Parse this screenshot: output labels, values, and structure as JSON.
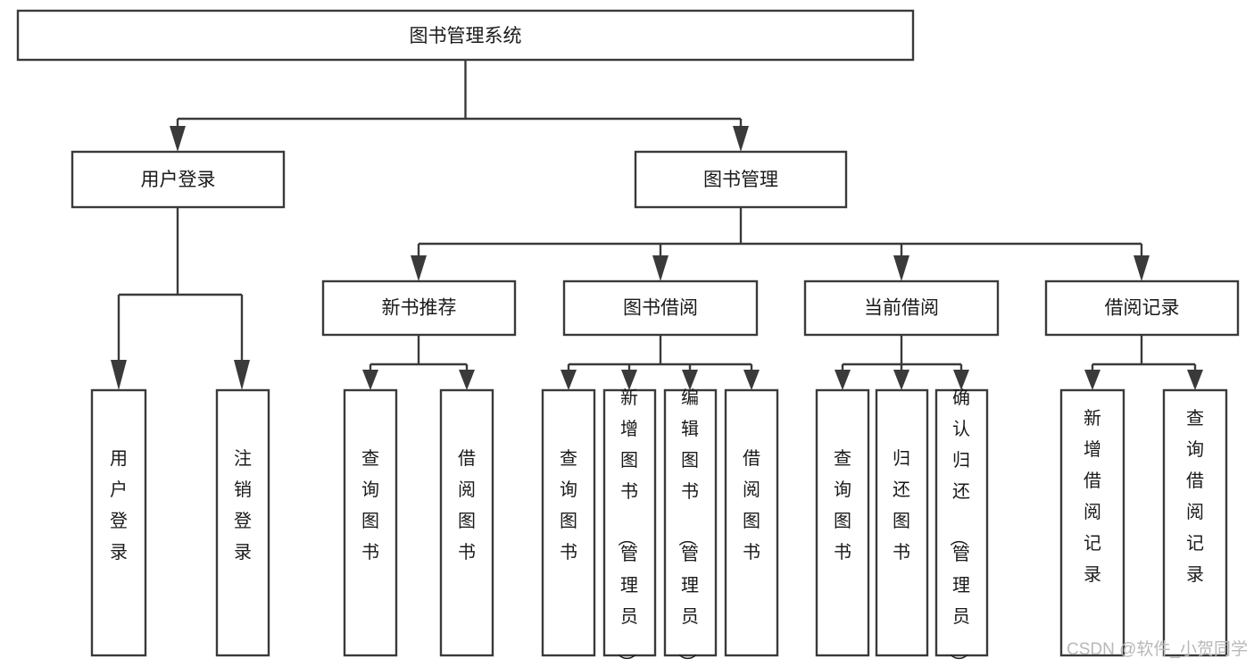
{
  "diagram": {
    "type": "tree-hierarchy",
    "title": "图书管理系统",
    "watermark": "CSDN @软件_小贺同学",
    "accent_color": "#3a3a3a",
    "background_color": "#ffffff",
    "nodes": {
      "root": {
        "label": "图书管理系统"
      },
      "level2": [
        {
          "label": "用户登录"
        },
        {
          "label": "图书管理"
        }
      ],
      "level3": [
        {
          "label": "新书推荐"
        },
        {
          "label": "图书借阅"
        },
        {
          "label": "当前借阅"
        },
        {
          "label": "借阅记录"
        }
      ],
      "leaves": {
        "user_login": [
          {
            "label": "用户登录"
          },
          {
            "label": "注销登录"
          }
        ],
        "new_book_recommend": [
          {
            "label": "查询图书"
          },
          {
            "label": "借阅图书"
          }
        ],
        "book_borrow": [
          {
            "label": "查询图书"
          },
          {
            "label": "新增图书（管理员）"
          },
          {
            "label": "编辑图书（管理员）"
          },
          {
            "label": "借阅图书"
          }
        ],
        "current_borrow": [
          {
            "label": "查询图书"
          },
          {
            "label": "归还图书"
          },
          {
            "label": "确认归还（管理员）"
          }
        ],
        "borrow_record": [
          {
            "label": "新增借阅记录"
          },
          {
            "label": "查询借阅记录"
          }
        ]
      }
    }
  }
}
